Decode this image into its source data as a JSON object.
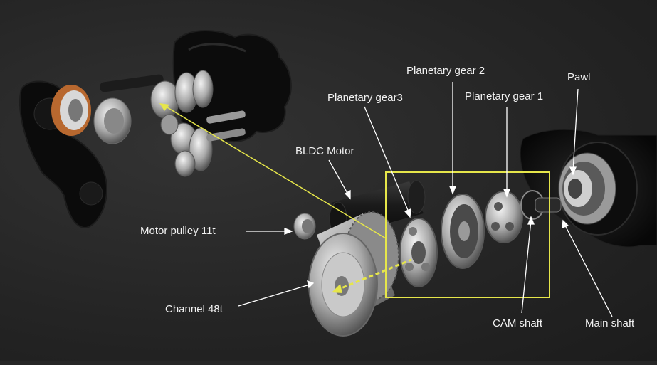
{
  "labels": {
    "planetary_gear_2": "Planetary gear 2",
    "planetary_gear_1": "Planetary gear 1",
    "planetary_gear_3": "Planetary gear3",
    "pawl": "Pawl",
    "bldc_motor": "BLDC Motor",
    "motor_pulley": "Motor pulley 11t",
    "channel": "Channel 48t",
    "cam_shaft": "CAM shaft",
    "main_shaft": "Main shaft"
  },
  "colors": {
    "background": "#262626",
    "highlight": "#e6e64a",
    "label_text": "#f2f2f2",
    "leader_line": "#ffffff"
  }
}
